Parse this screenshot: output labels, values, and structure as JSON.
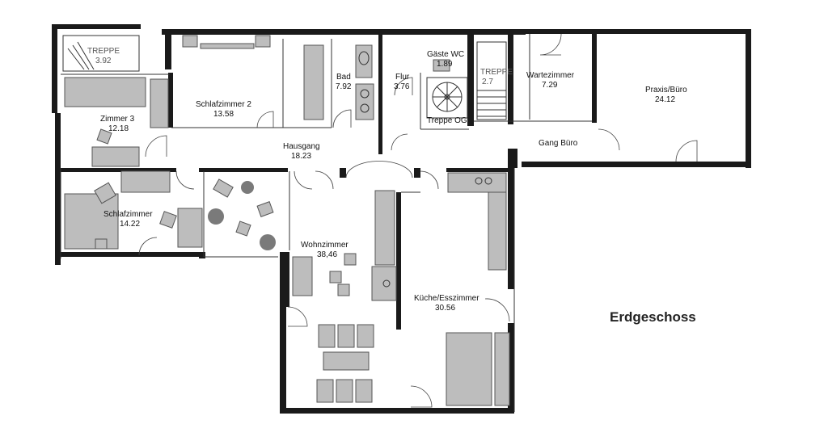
{
  "floor_title": "Erdgeschoss",
  "rooms": [
    {
      "id": "treppe-1",
      "name": "TREPPE",
      "area": "3.92"
    },
    {
      "id": "schlafzimmer-2",
      "name": "Schlafzimmer 2",
      "area": "13.58"
    },
    {
      "id": "bad",
      "name": "Bad",
      "area": "7.92"
    },
    {
      "id": "flur",
      "name": "Flur",
      "area": "3.76"
    },
    {
      "id": "gaeste-wc",
      "name": "Gäste WC",
      "area": "1.89"
    },
    {
      "id": "treppe-2",
      "name": "TREPPE",
      "area": "2.7"
    },
    {
      "id": "wartezimmer",
      "name": "Wartezimmer",
      "area": "7.29"
    },
    {
      "id": "praxis-buero",
      "name": "Praxis/Büro",
      "area": "24.12"
    },
    {
      "id": "zimmer-3",
      "name": "Zimmer 3",
      "area": "12.18"
    },
    {
      "id": "hausgang",
      "name": "Hausgang",
      "area": "18.23"
    },
    {
      "id": "treppe-og",
      "name": "Treppe OG",
      "area": ""
    },
    {
      "id": "gang-buero",
      "name": "Gang Büro",
      "area": ""
    },
    {
      "id": "schlafzimmer",
      "name": "Schlafzimmer",
      "area": "14.22"
    },
    {
      "id": "wohnzimmer",
      "name": "Wohnzimmer",
      "area": "38,46"
    },
    {
      "id": "kueche-esszimmer",
      "name": "Küche/Esszimmer",
      "area": "30.56"
    }
  ]
}
